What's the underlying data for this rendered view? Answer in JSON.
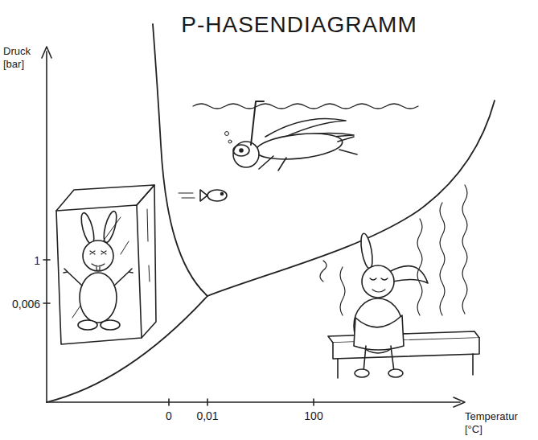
{
  "diagram": {
    "title": "P-HASENDIAGRAMM",
    "labels": [
      "Druck [bar]",
      "1",
      "0,006",
      "0",
      "0,01",
      "100",
      "Temperatur [°C]"
    ]
  }
}
